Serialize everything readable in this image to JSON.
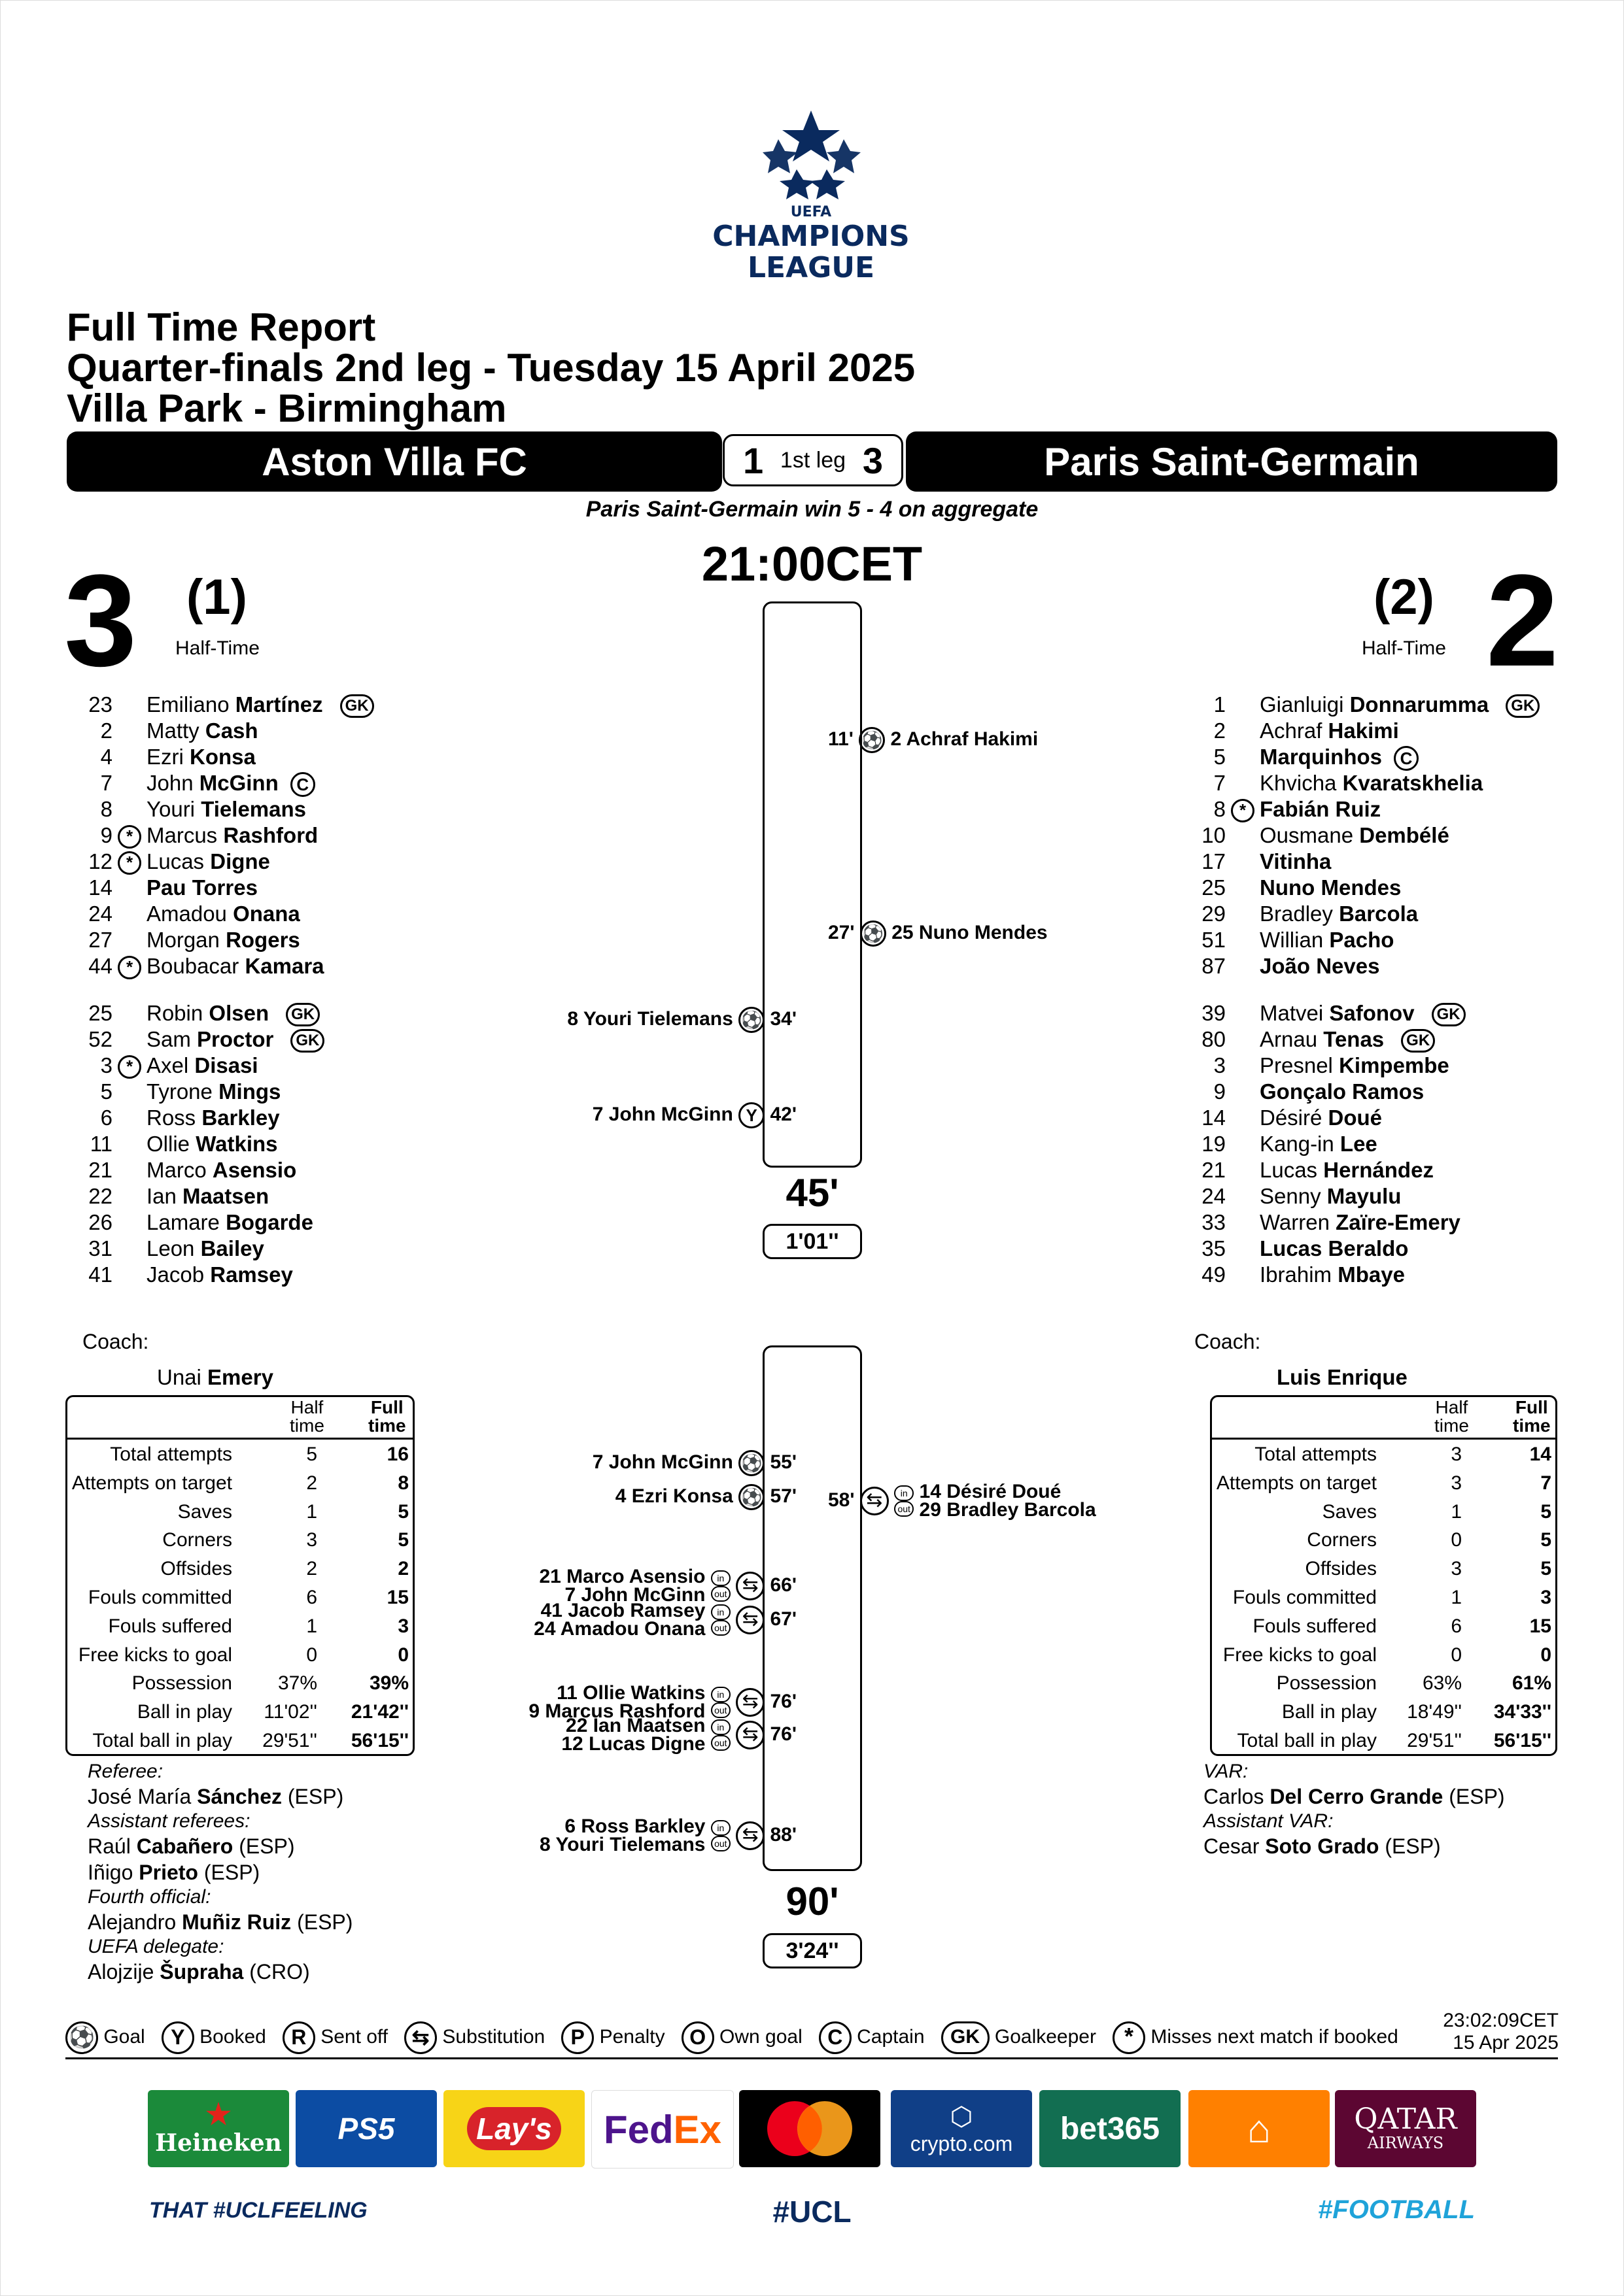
{
  "logo": {
    "line1": "UEFA",
    "line2": "CHAMPIONS",
    "line3": "LEAGUE"
  },
  "header": {
    "title": "Full Time Report",
    "round": "Quarter-finals 2nd leg - Tuesday 15 April 2025",
    "venue": "Villa Park - Birmingham"
  },
  "match": {
    "home_team": "Aston Villa FC",
    "away_team": "Paris Saint-Germain",
    "first_leg_home": "1",
    "first_leg_label": "1st leg",
    "first_leg_away": "3",
    "aggregate_note": "Paris Saint-Germain win 5 - 4 on aggregate",
    "kickoff": "21:00CET",
    "home_score": "3",
    "away_score": "2",
    "home_ht": "(1)",
    "away_ht": "(2)",
    "ht_label": "Half-Time",
    "half_mark_1": "45'",
    "added_1": "1'01''",
    "half_mark_2": "90'",
    "added_2": "3'24''"
  },
  "home_lineup": [
    {
      "num": "23",
      "first": "Emiliano",
      "last": "Martínez",
      "gk": true
    },
    {
      "num": "2",
      "first": "Matty",
      "last": "Cash"
    },
    {
      "num": "4",
      "first": "Ezri",
      "last": "Konsa"
    },
    {
      "num": "7",
      "first": "John",
      "last": "McGinn",
      "cap": true
    },
    {
      "num": "8",
      "first": "Youri",
      "last": "Tielemans"
    },
    {
      "num": "9",
      "first": "Marcus",
      "last": "Rashford",
      "star": true
    },
    {
      "num": "12",
      "first": "Lucas",
      "last": "Digne",
      "star": true
    },
    {
      "num": "14",
      "first": "",
      "last": "Pau Torres"
    },
    {
      "num": "24",
      "first": "Amadou",
      "last": "Onana"
    },
    {
      "num": "27",
      "first": "Morgan",
      "last": "Rogers"
    },
    {
      "num": "44",
      "first": "Boubacar",
      "last": "Kamara",
      "star": true
    }
  ],
  "home_subs": [
    {
      "num": "25",
      "first": "Robin",
      "last": "Olsen",
      "gk": true
    },
    {
      "num": "52",
      "first": "Sam",
      "last": "Proctor",
      "gk": true
    },
    {
      "num": "3",
      "first": "Axel",
      "last": "Disasi",
      "star": true
    },
    {
      "num": "5",
      "first": "Tyrone",
      "last": "Mings"
    },
    {
      "num": "6",
      "first": "Ross",
      "last": "Barkley"
    },
    {
      "num": "11",
      "first": "Ollie",
      "last": "Watkins"
    },
    {
      "num": "21",
      "first": "Marco",
      "last": "Asensio"
    },
    {
      "num": "22",
      "first": "Ian",
      "last": "Maatsen"
    },
    {
      "num": "26",
      "first": "Lamare",
      "last": "Bogarde"
    },
    {
      "num": "31",
      "first": "Leon",
      "last": "Bailey"
    },
    {
      "num": "41",
      "first": "Jacob",
      "last": "Ramsey"
    }
  ],
  "away_lineup": [
    {
      "num": "1",
      "first": "Gianluigi",
      "last": "Donnarumma",
      "gk": true
    },
    {
      "num": "2",
      "first": "Achraf",
      "last": "Hakimi"
    },
    {
      "num": "5",
      "first": "",
      "last": "Marquinhos",
      "cap": true
    },
    {
      "num": "7",
      "first": "Khvicha",
      "last": "Kvaratskhelia"
    },
    {
      "num": "8",
      "first": "",
      "last": "Fabián Ruiz",
      "star": true
    },
    {
      "num": "10",
      "first": "Ousmane",
      "last": "Dembélé"
    },
    {
      "num": "17",
      "first": "",
      "last": "Vitinha"
    },
    {
      "num": "25",
      "first": "",
      "last": "Nuno Mendes"
    },
    {
      "num": "29",
      "first": "Bradley",
      "last": "Barcola"
    },
    {
      "num": "51",
      "first": "Willian",
      "last": "Pacho"
    },
    {
      "num": "87",
      "first": "",
      "last": "João Neves"
    }
  ],
  "away_subs": [
    {
      "num": "39",
      "first": "Matvei",
      "last": "Safonov",
      "gk": true
    },
    {
      "num": "80",
      "first": "Arnau",
      "last": "Tenas",
      "gk": true
    },
    {
      "num": "3",
      "first": "Presnel",
      "last": "Kimpembe"
    },
    {
      "num": "9",
      "first": "",
      "last": "Gonçalo Ramos"
    },
    {
      "num": "14",
      "first": "Désiré",
      "last": "Doué"
    },
    {
      "num": "19",
      "first": "Kang-in",
      "last": "Lee"
    },
    {
      "num": "21",
      "first": "Lucas",
      "last": "Hernández"
    },
    {
      "num": "24",
      "first": "Senny",
      "last": "Mayulu"
    },
    {
      "num": "33",
      "first": "Warren",
      "last": "Zaïre-Emery"
    },
    {
      "num": "35",
      "first": "",
      "last": "Lucas Beraldo"
    },
    {
      "num": "49",
      "first": "Ibrahim",
      "last": "Mbaye"
    }
  ],
  "events": {
    "e1": {
      "min": "11'",
      "text": "2 Achraf Hakimi"
    },
    "e2": {
      "min": "27'",
      "text": "25 Nuno Mendes"
    },
    "e3": {
      "min": "34'",
      "text": "8 Youri Tielemans"
    },
    "e4": {
      "min": "42'",
      "text": "7 John McGinn",
      "icon": "Y"
    },
    "e5": {
      "min": "55'",
      "text": "7 John McGinn"
    },
    "e6": {
      "min": "57'",
      "text": "4 Ezri Konsa"
    },
    "e7": {
      "min": "58'",
      "in": "14 Désiré Doué",
      "out": "29 Bradley Barcola"
    },
    "e8": {
      "min": "66'",
      "in": "21 Marco Asensio",
      "out": "7 John McGinn"
    },
    "e9": {
      "min": "67'",
      "in": "41 Jacob Ramsey",
      "out": "24 Amadou Onana"
    },
    "e10": {
      "min": "76'",
      "in": "11 Ollie Watkins",
      "out": "9 Marcus Rashford"
    },
    "e11": {
      "min": "76'",
      "in": "22 Ian Maatsen",
      "out": "12 Lucas Digne"
    },
    "e12": {
      "min": "88'",
      "in": "6 Ross Barkley",
      "out": "8 Youri Tielemans"
    },
    "in_label": "in",
    "out_label": "out"
  },
  "coach": {
    "label": "Coach:",
    "home_first": "Unai",
    "home_last": "Emery",
    "away_name": "Luis Enrique"
  },
  "stats_header": {
    "half1": "Half",
    "half2": "time",
    "full1": "Full",
    "full2": "time"
  },
  "home_stats": [
    {
      "label": "Total attempts",
      "ht": "5",
      "ft": "16"
    },
    {
      "label": "Attempts on target",
      "ht": "2",
      "ft": "8"
    },
    {
      "label": "Saves",
      "ht": "1",
      "ft": "5"
    },
    {
      "label": "Corners",
      "ht": "3",
      "ft": "5"
    },
    {
      "label": "Offsides",
      "ht": "2",
      "ft": "2"
    },
    {
      "label": "Fouls committed",
      "ht": "6",
      "ft": "15"
    },
    {
      "label": "Fouls suffered",
      "ht": "1",
      "ft": "3"
    },
    {
      "label": "Free kicks to goal",
      "ht": "0",
      "ft": "0"
    },
    {
      "label": "Possession",
      "ht": "37%",
      "ft": "39%"
    },
    {
      "label": "Ball in play",
      "ht": "11'02''",
      "ft": "21'42''"
    },
    {
      "label": "Total ball in play",
      "ht": "29'51''",
      "ft": "56'15''"
    }
  ],
  "away_stats": [
    {
      "label": "Total attempts",
      "ht": "3",
      "ft": "14"
    },
    {
      "label": "Attempts on target",
      "ht": "3",
      "ft": "7"
    },
    {
      "label": "Saves",
      "ht": "1",
      "ft": "5"
    },
    {
      "label": "Corners",
      "ht": "0",
      "ft": "5"
    },
    {
      "label": "Offsides",
      "ht": "3",
      "ft": "5"
    },
    {
      "label": "Fouls committed",
      "ht": "1",
      "ft": "3"
    },
    {
      "label": "Fouls suffered",
      "ht": "6",
      "ft": "15"
    },
    {
      "label": "Free kicks to goal",
      "ht": "0",
      "ft": "0"
    },
    {
      "label": "Possession",
      "ht": "63%",
      "ft": "61%"
    },
    {
      "label": "Ball in play",
      "ht": "18'49''",
      "ft": "34'33''"
    },
    {
      "label": "Total ball in play",
      "ht": "29'51''",
      "ft": "56'15''"
    }
  ],
  "officials": {
    "referee_label": "Referee:",
    "referee_first": "José María",
    "referee_last": "Sánchez",
    "referee_nat": "(ESP)",
    "assistants_label": "Assistant referees:",
    "ar1_first": "Raúl",
    "ar1_last": "Cabañero",
    "ar1_nat": "(ESP)",
    "ar2_first": "Iñigo",
    "ar2_last": "Prieto",
    "ar2_nat": "(ESP)",
    "fourth_label": "Fourth official:",
    "fourth_first": "Alejandro",
    "fourth_last": "Muñiz Ruiz",
    "fourth_nat": "(ESP)",
    "delegate_label": "UEFA delegate:",
    "delegate_first": "Alojzije",
    "delegate_last": "Šupraha",
    "delegate_nat": "(CRO)",
    "var_label": "VAR:",
    "var_first": "Carlos",
    "var_last": "Del Cerro Grande",
    "var_nat": "(ESP)",
    "avar_label": "Assistant VAR:",
    "avar_first": "Cesar",
    "avar_last": "Soto Grado",
    "avar_nat": "(ESP)"
  },
  "legend": {
    "goal": "Goal",
    "booked_icon": "Y",
    "booked": "Booked",
    "sentoff_icon": "R",
    "sentoff": "Sent off",
    "substitution": "Substitution",
    "penalty_icon": "P",
    "penalty": "Penalty",
    "owngoal_icon": "O",
    "owngoal": "Own goal",
    "captain_icon": "C",
    "captain": "Captain",
    "gk_icon": "GK",
    "goalkeeper": "Goalkeeper",
    "misses": "Misses next match if booked",
    "time": "23:02:09CET",
    "date": "15 Apr 2025"
  },
  "sponsors": {
    "heineken": "Heineken",
    "ps5": "PS5",
    "lays": "Lay's",
    "fedex_fed": "Fed",
    "fedex_ex": "Ex",
    "crypto": "crypto.com",
    "bet365": "bet365",
    "qatar1": "QATAR",
    "qatar2": "AIRWAYS"
  },
  "footer": {
    "left": "THAT #UCLFEELING",
    "center": "#UCL",
    "right": "#FOOTBALL"
  },
  "colors": {
    "ucl_navy": "#0a2a5e",
    "heineken": "#1b8a3a",
    "ps5": "#0c4ca3",
    "lays": "#f7d417",
    "fedex_purple": "#4d148c",
    "fedex_orange": "#ff6200",
    "crypto": "#103f87",
    "bet365": "#126e51",
    "justeat": "#ff8000",
    "qatar": "#5c0632",
    "footy": "#1fa3d9"
  }
}
